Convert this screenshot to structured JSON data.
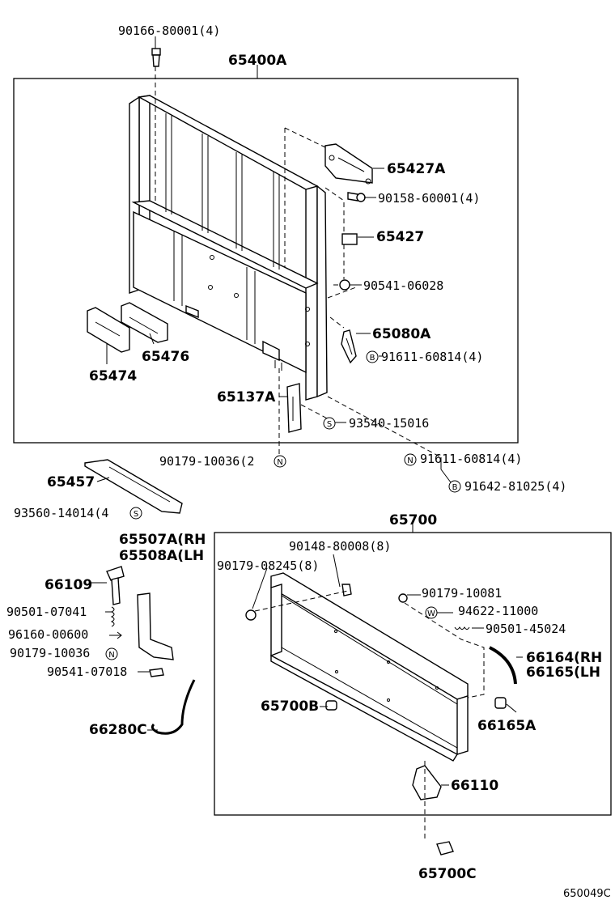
{
  "diagram_code": "650049C",
  "labels": {
    "p90166": "90166-80001(4)",
    "p65400A": "65400A",
    "p65427A": "65427A",
    "p90158": "90158-60001(4)",
    "p65427": "65427",
    "p90541_06028": "90541-06028",
    "p65080A": "65080A",
    "p91611_b": "91611-60814(4)",
    "p65476": "65476",
    "p65474": "65474",
    "p65137A": "65137A",
    "p93540": "93540-15016",
    "p90179_10036a": "90179-10036(2",
    "p91611_n": "91611-60814(4)",
    "p91642": "91642-81025(4)",
    "p65457": "65457",
    "p93560": "93560-14014(4",
    "p65700": "65700",
    "p65507A": "65507A(RH",
    "p65508A": "65508A(LH",
    "p90148": "90148-80008(8)",
    "p90179_08245": "90179-08245(8)",
    "p66109": "66109",
    "p90179_10081": "90179-10081",
    "p94622": "94622-11000",
    "p90501_07041": "90501-07041",
    "p90501_45024": "90501-45024",
    "p96160": "96160-00600",
    "p90179_10036b": "90179-10036",
    "p66164": "66164(RH",
    "p66165": "66165(LH",
    "p90541_07018": "90541-07018",
    "p65700B": "65700B",
    "p66165A": "66165A",
    "p66280C": "66280C",
    "p66110": "66110",
    "p65700C": "65700C"
  },
  "symbols": {
    "S": "S",
    "N": "N",
    "B": "B",
    "W": "W"
  }
}
